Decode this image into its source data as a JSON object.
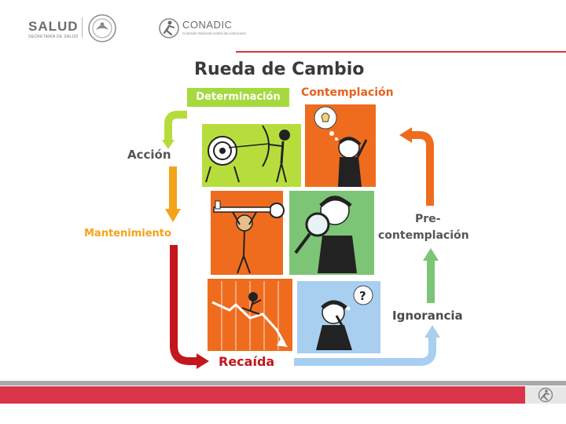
{
  "header": {
    "salud_logo_text": "SALUD",
    "salud_sub_text": "SECRETARÍA DE SALUD",
    "conadic_logo_text": "CONADIC",
    "conadic_sub_text": "Comisión Nacional contra las Adicciones"
  },
  "diagram": {
    "title": "Rueda de Cambio",
    "stages": {
      "determinacion": "Determinación",
      "contemplacion": "Contemplación",
      "accion": "Acción",
      "mantenimiento": "Mantenimiento",
      "precontemplacion_line1": "Pre-",
      "precontemplacion_line2": "contemplación",
      "ignorancia": "Ignorancia",
      "recaida": "Recaída"
    }
  },
  "colors": {
    "green": "#a6d93e",
    "orange": "#e8601d",
    "yellow_orange": "#f2a318",
    "red": "#c4161c",
    "light_blue": "#8fc0e8",
    "light_green": "#7cc576",
    "footer_red": "#d9344a"
  },
  "icons": [
    "salud-eagle-seal-icon",
    "conadic-logo-icon",
    "footer-logo-icon"
  ]
}
